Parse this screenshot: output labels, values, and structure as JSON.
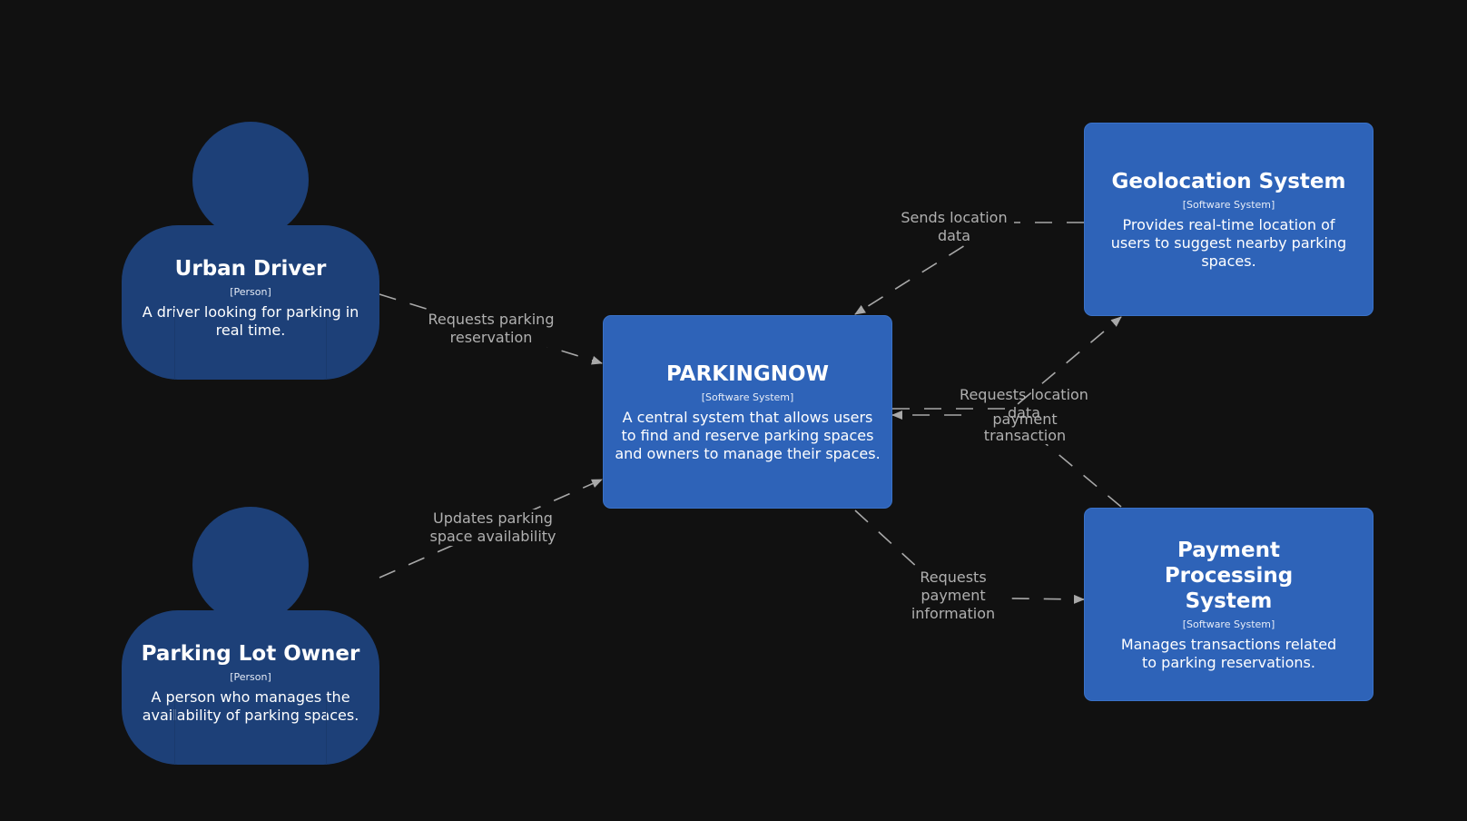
{
  "colors": {
    "background": "#111111",
    "person": "#1d4078",
    "system": "#2e63b8",
    "edge": "#a8a8a8",
    "edge_label": "#b0b0b0"
  },
  "people": {
    "urban_driver": {
      "title": "Urban Driver",
      "tag": "[Person]",
      "desc": "A driver looking for parking in real time."
    },
    "parking_lot_owner": {
      "title": "Parking Lot Owner",
      "tag": "[Person]",
      "desc": "A person who manages the availability of parking spaces."
    }
  },
  "systems": {
    "parkingnow": {
      "title": "PARKINGNOW",
      "tag": "[Software System]",
      "desc": "A central system that allows users to find and reserve parking spaces and owners to manage their spaces."
    },
    "geolocation": {
      "title": "Geolocation System",
      "tag": "[Software System]",
      "desc": "Provides real-time location of users to suggest nearby parking spaces."
    },
    "payment": {
      "title": "Payment Processing System",
      "tag": "[Software System]",
      "desc": "Manages transactions related to parking reservations."
    }
  },
  "relationships": {
    "driver_to_parkingnow": "Requests parking reservation",
    "owner_to_parkingnow": "Updates parking space availability",
    "geo_to_parkingnow": "Sends location data",
    "parkingnow_to_geo": "Requests location data",
    "payment_to_parkingnow": "payment transaction",
    "parkingnow_to_payment": "Requests payment information"
  }
}
